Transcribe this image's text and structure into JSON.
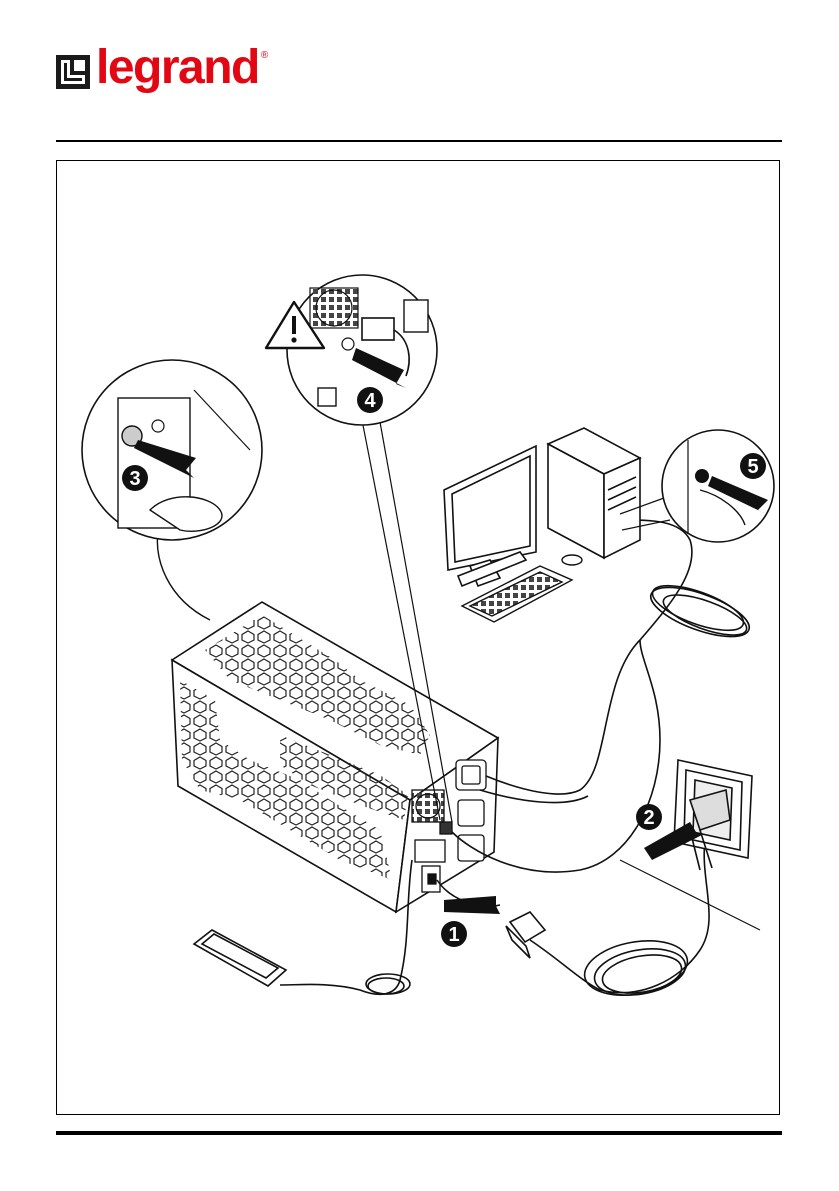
{
  "brand": {
    "name": "legrand",
    "registered": "®",
    "color": "#e30613"
  },
  "steps": [
    "1",
    "2",
    "3",
    "4",
    "5"
  ],
  "icons": [
    "warning-icon",
    "usb-icon",
    "arrow-icon"
  ]
}
